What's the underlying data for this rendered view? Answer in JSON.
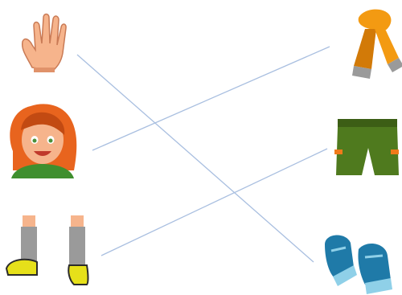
{
  "colors": {
    "line": "#a9bfe0",
    "skin": "#f6b48c",
    "skin_shadow": "#e0926a",
    "hair": "#e8641e",
    "hair_dark": "#c24a12",
    "shirt": "#3f8f2e",
    "scarf": "#f39a12",
    "scarf_dark": "#d27a08",
    "shorts": "#4f7a1e",
    "shorts_pocket": "#f07a1a",
    "mitten": "#1f7aa8",
    "mitten_light": "#8fd0e8",
    "sock": "#9a9a9a",
    "shoe": "#e6e01a"
  },
  "left_items": [
    {
      "name": "hand",
      "icon": "hand-icon"
    },
    {
      "name": "head",
      "icon": "girl-head-icon"
    },
    {
      "name": "legs",
      "icon": "legs-icon"
    }
  ],
  "right_items": [
    {
      "name": "scarf",
      "icon": "scarf-icon"
    },
    {
      "name": "shorts",
      "icon": "shorts-icon"
    },
    {
      "name": "mittens",
      "icon": "mittens-icon"
    }
  ],
  "matches": [
    {
      "from": "hand",
      "to": "mittens"
    },
    {
      "from": "head",
      "to": "scarf"
    },
    {
      "from": "legs",
      "to": "shorts"
    }
  ]
}
